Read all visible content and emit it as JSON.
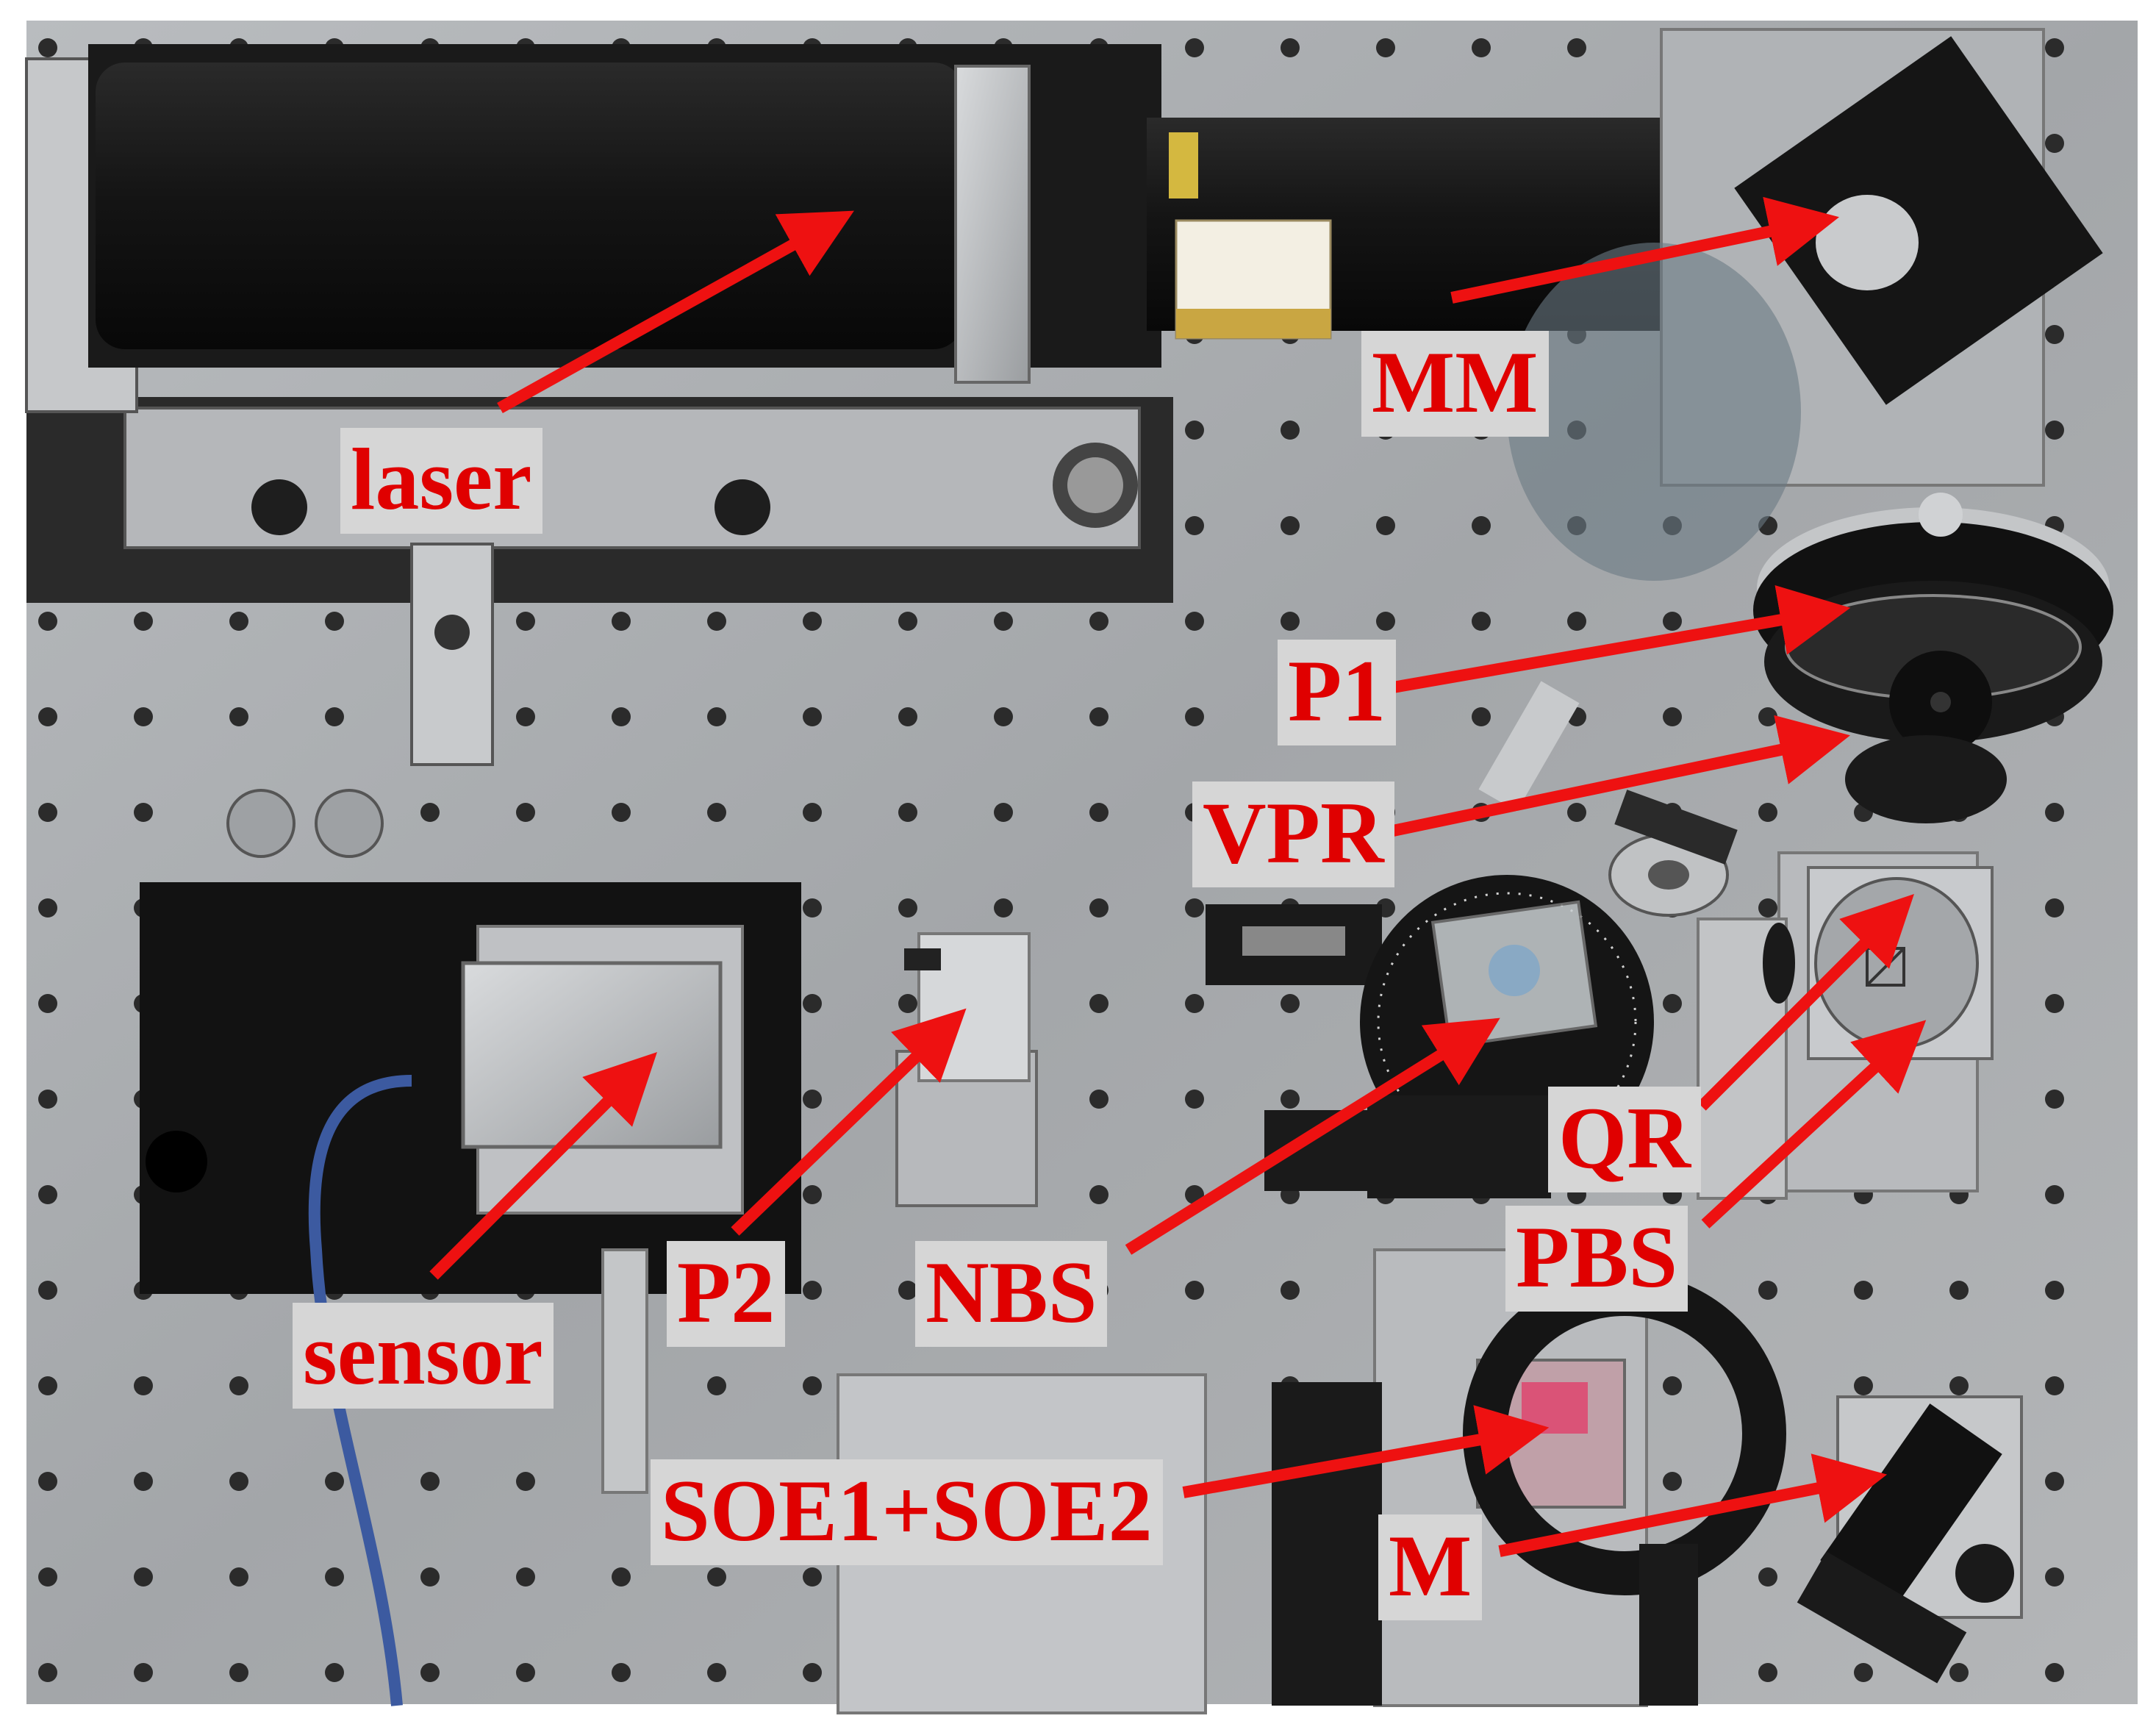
{
  "labels": {
    "laser": "laser",
    "mm": "MM",
    "p1": "P1",
    "vpr": "VPR",
    "qr": "QR",
    "pbs": "PBS",
    "nbs": "NBS",
    "p2": "P2",
    "sensor": "sensor",
    "soe": "SOE1+SOE2",
    "m": "M"
  },
  "colors": {
    "arrow": "#ee1111",
    "label_text": "#e00000",
    "label_bg": "#d6d6d6",
    "table": "#a8abae",
    "hole": "#2b2b2b"
  }
}
